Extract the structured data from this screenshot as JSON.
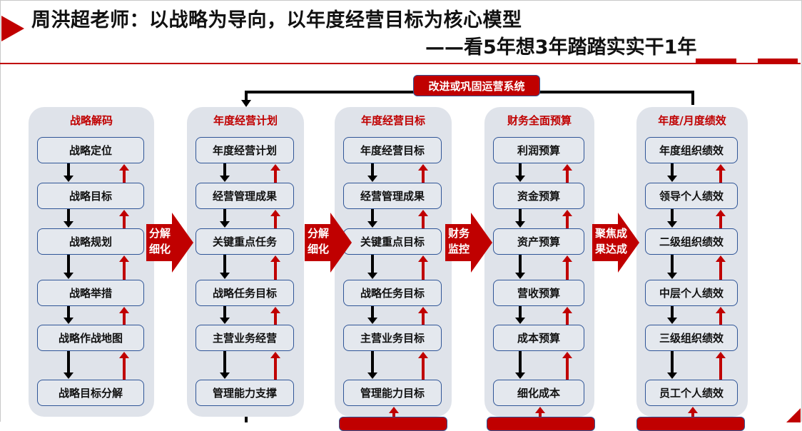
{
  "header": {
    "title_line1": "周洪超老师：以战略为导向，以年度经营目标为核心模型",
    "title_line2": "——看5年想3年踏踏实实干1年"
  },
  "top_feedback_label": "改进或巩固运营系统",
  "columns": [
    {
      "title": "战略解码",
      "items": [
        "战略定位",
        "战略目标",
        "战略规划",
        "战略举措",
        "战略作战地图",
        "战略目标分解"
      ]
    },
    {
      "title": "年度经营计划",
      "items": [
        "年度经营计划",
        "经营管理成果",
        "关键重点任务",
        "战略任务目标",
        "主营业务经营",
        "管理能力支撑"
      ]
    },
    {
      "title": "年度经营目标",
      "items": [
        "年度经营目标",
        "经营管理成果",
        "关键重点目标",
        "战略任务目标",
        "主营业务目标",
        "管理能力目标"
      ]
    },
    {
      "title": "财务全面预算",
      "items": [
        "利润预算",
        "资金预算",
        "资产预算",
        "营收预算",
        "成本预算",
        "细化成本"
      ]
    },
    {
      "title": "年度/月度绩效",
      "items": [
        "年度组织绩效",
        "领导个人绩效",
        "二级组织绩效",
        "中层个人绩效",
        "三级组织绩效",
        "员工个人绩效"
      ]
    }
  ],
  "connectors": [
    {
      "label": "分解\n细化"
    },
    {
      "label": "分解\n细化"
    },
    {
      "label": "财务\n监控"
    },
    {
      "label": "聚焦成\n果达成"
    }
  ],
  "colors": {
    "accent_red": "#c00000",
    "panel_bg": "#dfe3ea",
    "node_border": "#2f5597"
  }
}
